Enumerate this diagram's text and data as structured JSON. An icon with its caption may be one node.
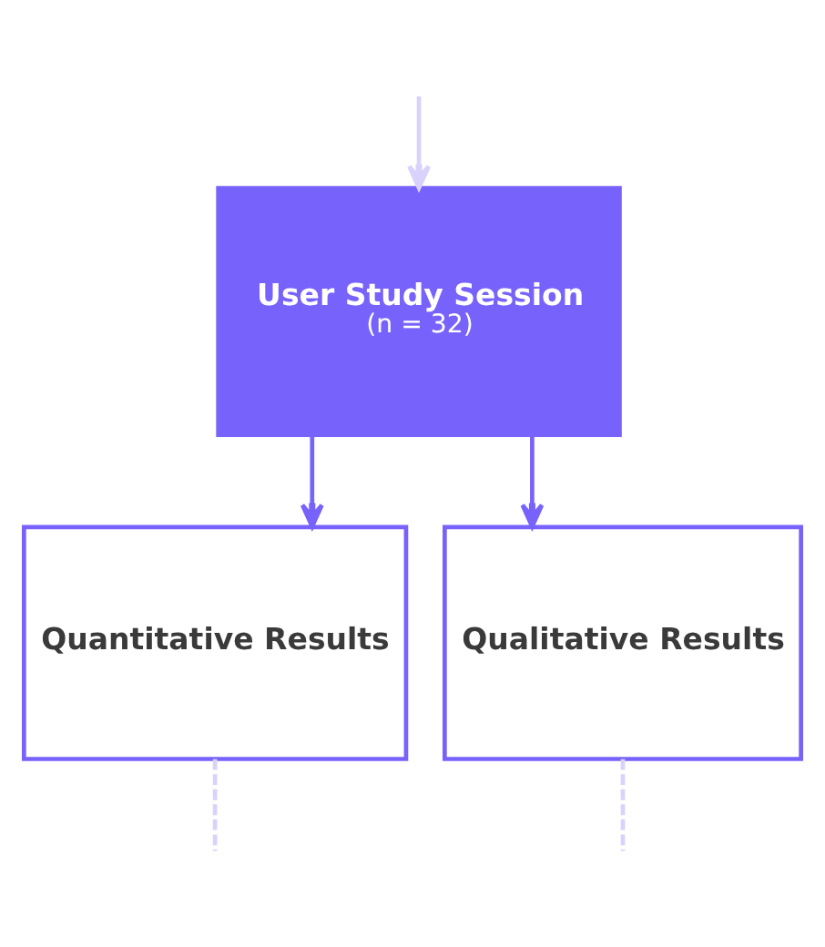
{
  "diagram": {
    "nodes": [
      {
        "text": [
          "User Study Session",
          "(n = 32)"
        ]
      },
      {
        "text": [
          "Quantitative Results"
        ]
      },
      {
        "text": [
          "Qualitative Results"
        ]
      }
    ],
    "edges": [
      {
        "from": null,
        "to": 0,
        "arrow": "to"
      },
      {
        "from": 0,
        "to": 1,
        "arrow": "to",
        "color": "#7763fb"
      },
      {
        "from": 0,
        "to": 2,
        "arrow": "to",
        "color": "#7763fb"
      },
      {
        "from": 1,
        "to": null,
        "arrow": "none",
        "style": "dashed"
      },
      {
        "from": 2,
        "to": null,
        "arrow": "none",
        "style": "dashed"
      }
    ]
  }
}
